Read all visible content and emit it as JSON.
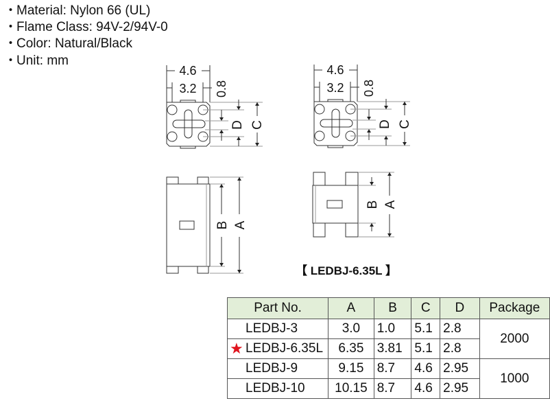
{
  "specs": [
    {
      "bullet": "・",
      "text": "Material: Nylon 66 (UL)"
    },
    {
      "bullet": "・",
      "text": "Flame Class: 94V-2/94V-0"
    },
    {
      "bullet": "・",
      "text": "Color: Natural/Black"
    },
    {
      "bullet": "・",
      "text": "Unit: mm"
    }
  ],
  "drawing": {
    "width_outer": "4.6",
    "width_inner": "3.2",
    "offset": "0.8",
    "dim_d": "D",
    "dim_c": "C",
    "dim_b": "B",
    "dim_a": "A",
    "caption": "【 LEDBJ-6.35L 】"
  },
  "table": {
    "headers": [
      "Part No.",
      "A",
      "B",
      "C",
      "D",
      "Package"
    ],
    "rows": [
      {
        "part": "LEDBJ-3",
        "a": "3.0",
        "b": "1.0",
        "c": "5.1",
        "d": "2.8",
        "starred": false
      },
      {
        "part": "LEDBJ-6.35L",
        "a": "6.35",
        "b": "3.81",
        "c": "5.1",
        "d": "2.8",
        "starred": true
      },
      {
        "part": "LEDBJ-9",
        "a": "9.15",
        "b": "8.7",
        "c": "4.6",
        "d": "2.95",
        "starred": false
      },
      {
        "part": "LEDBJ-10",
        "a": "10.15",
        "b": "8.7",
        "c": "4.6",
        "d": "2.95",
        "starred": false
      }
    ],
    "packages": [
      "2000",
      "1000"
    ],
    "star_icon": "★",
    "star_color": "#e0141e",
    "header_bg": "#e2eed8"
  }
}
